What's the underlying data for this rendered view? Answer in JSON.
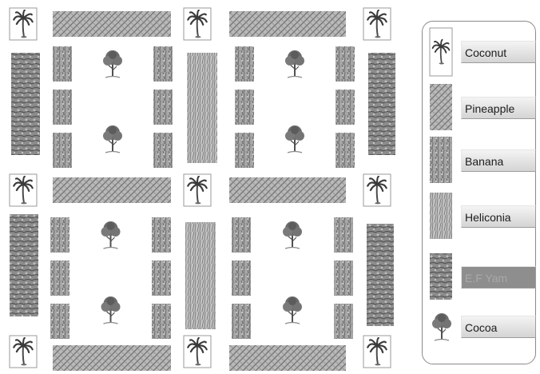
{
  "legend": {
    "items": [
      {
        "key": "coconut",
        "label": "Coconut",
        "swatch": "coconut-tree",
        "label_bg": "#dcdcdc",
        "label_color": "#1c1c1c"
      },
      {
        "key": "pineapple",
        "label": "Pineapple",
        "swatch": "pineapple-texture",
        "label_bg": "#dcdcdc",
        "label_color": "#1c1c1c"
      },
      {
        "key": "banana",
        "label": "Banana",
        "swatch": "banana-texture",
        "label_bg": "#dcdcdc",
        "label_color": "#1c1c1c"
      },
      {
        "key": "heliconia",
        "label": "Heliconia",
        "swatch": "heliconia-texture",
        "label_bg": "#dcdcdc",
        "label_color": "#1c1c1c"
      },
      {
        "key": "ef-yam",
        "label": "E.F Yam",
        "swatch": "yam-photo",
        "label_bg": "#8e8e8e",
        "label_color": "#a9a9a9"
      },
      {
        "key": "cocoa",
        "label": "Cocoa",
        "swatch": "cocoa-tree",
        "label_bg": "#dcdcdc",
        "label_color": "#1c1c1c"
      }
    ]
  },
  "colors": {
    "palm_frond": "#3a3a3a",
    "palm_trunk": "#4a4a4a",
    "pineapple": "#7d7d7d",
    "banana": "#8a8a8a",
    "heliconia": "#9a9a9a",
    "yam": "#6f6f6f",
    "cocoa_canopy": "#6b6b6b",
    "cocoa_trunk": "#505050",
    "cell_border": "#9a9a9a",
    "legend_border": "#8a8a8a"
  }
}
